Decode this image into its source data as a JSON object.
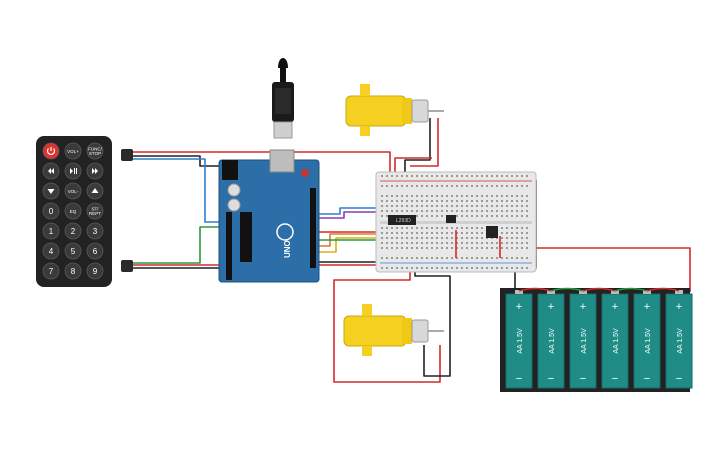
{
  "remote": {
    "buttons": [
      {
        "label": "",
        "name": "power-button"
      },
      {
        "label": "VOL+",
        "name": "vol-up-button"
      },
      {
        "label": "FUNC/STOP",
        "name": "func-stop-button"
      },
      {
        "label": "",
        "name": "rewind-button"
      },
      {
        "label": "",
        "name": "play-pause-button"
      },
      {
        "label": "",
        "name": "fast-forward-button"
      },
      {
        "label": "",
        "name": "down-button"
      },
      {
        "label": "VOL-",
        "name": "vol-down-button"
      },
      {
        "label": "",
        "name": "up-button"
      },
      {
        "label": "0",
        "name": "digit-0-button"
      },
      {
        "label": "EQ",
        "name": "eq-button"
      },
      {
        "label": "ST/REPT",
        "name": "st-rept-button"
      },
      {
        "label": "1",
        "name": "digit-1-button"
      },
      {
        "label": "2",
        "name": "digit-2-button"
      },
      {
        "label": "3",
        "name": "digit-3-button"
      },
      {
        "label": "4",
        "name": "digit-4-button"
      },
      {
        "label": "5",
        "name": "digit-5-button"
      },
      {
        "label": "6",
        "name": "digit-6-button"
      },
      {
        "label": "7",
        "name": "digit-7-button"
      },
      {
        "label": "8",
        "name": "digit-8-button"
      },
      {
        "label": "9",
        "name": "digit-9-button"
      }
    ]
  },
  "arduino": {
    "logo_text": "UNO"
  },
  "driver_chip": {
    "label": "L293D"
  },
  "battery": {
    "plus": "+",
    "minus": "−",
    "label": "AA 1.5V",
    "count": 6
  },
  "colors": {
    "wire_red": "#d42a2a",
    "wire_black": "#222222",
    "wire_blue": "#2d7fd2",
    "wire_green": "#2a9a3a",
    "wire_yellow": "#d8b21a",
    "wire_purple": "#8a3ab8",
    "wire_orange": "#e0782a",
    "board_blue": "#2c6fa8",
    "battery_teal": "#1f8c86",
    "motor_yellow": "#f5d021"
  }
}
